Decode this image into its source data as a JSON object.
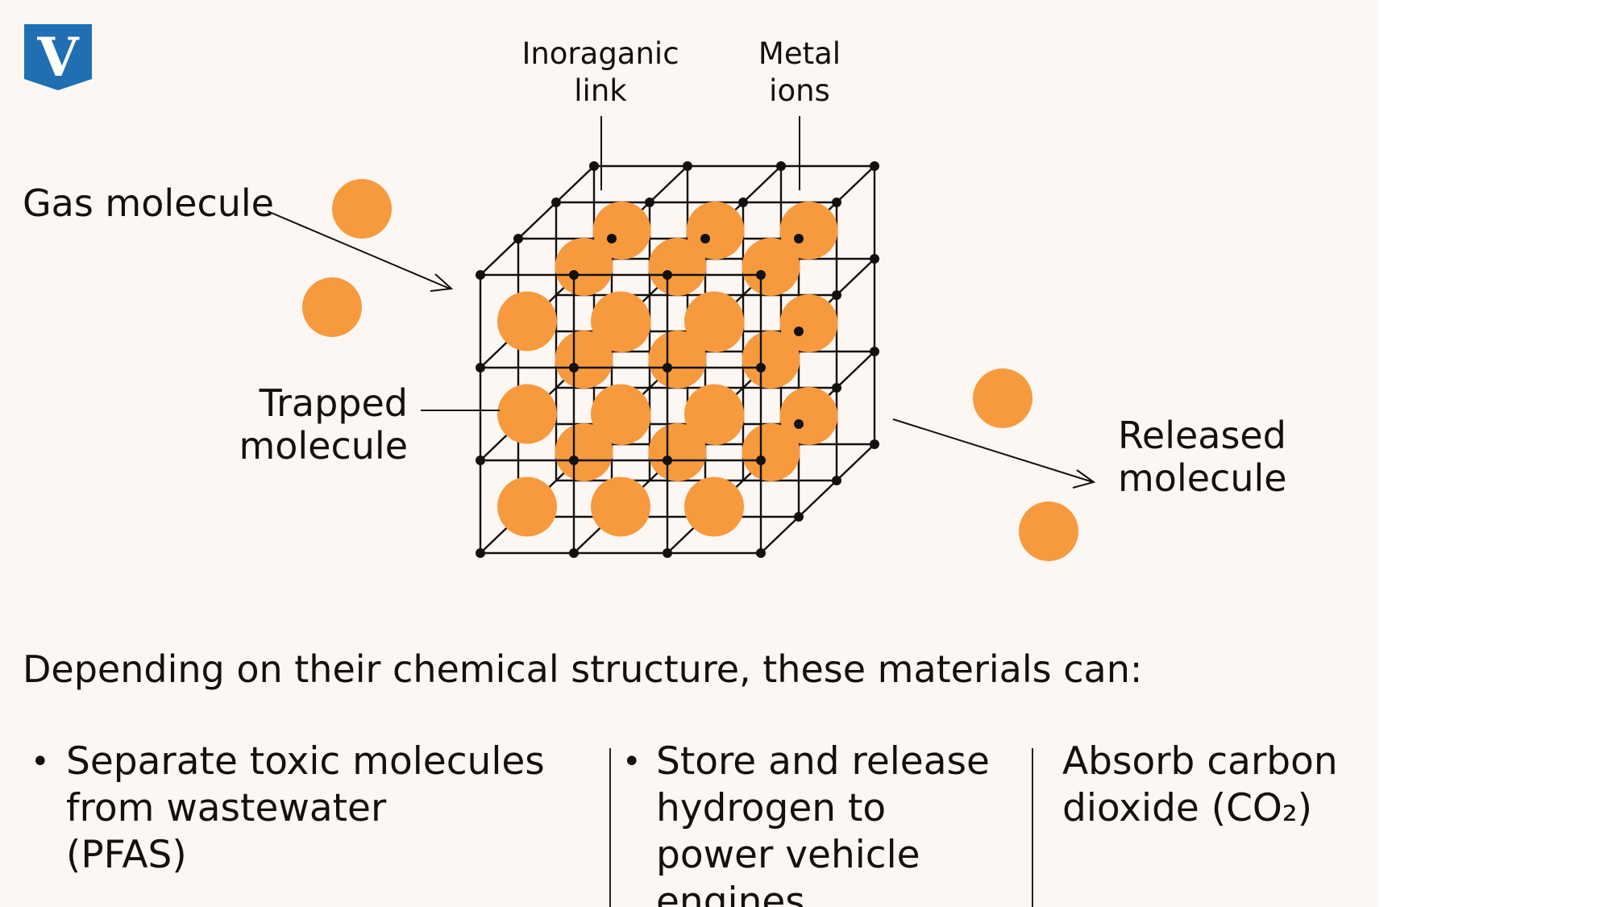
{
  "logo": {
    "letter": "V",
    "color": "#1f6fb2"
  },
  "labels": {
    "inorganic_link": [
      "Inoraganic",
      "link"
    ],
    "metal_ions": [
      "Metal",
      "ions"
    ],
    "gas_molecule": "Gas molecule",
    "trapped_molecule": [
      "Trapped",
      "molecule"
    ],
    "released_molecule": [
      "Released",
      "molecule"
    ]
  },
  "lead_text": "Depending on their chemical structure, these materials can:",
  "uses": [
    {
      "bullet": "•",
      "lines": [
        "Separate toxic molecules",
        "from wastewater",
        "(PFAS)"
      ]
    },
    {
      "bullet": "•",
      "lines": [
        "Store and release",
        "hydrogen to",
        "power vehicle",
        "engines"
      ]
    },
    {
      "bullet": "",
      "lines": [
        "Absorb carbon",
        "dioxide (CO₂)"
      ]
    }
  ],
  "colors": {
    "molecule": "#f79a3e",
    "lattice": "#111111",
    "background": "#fdf7f4"
  }
}
